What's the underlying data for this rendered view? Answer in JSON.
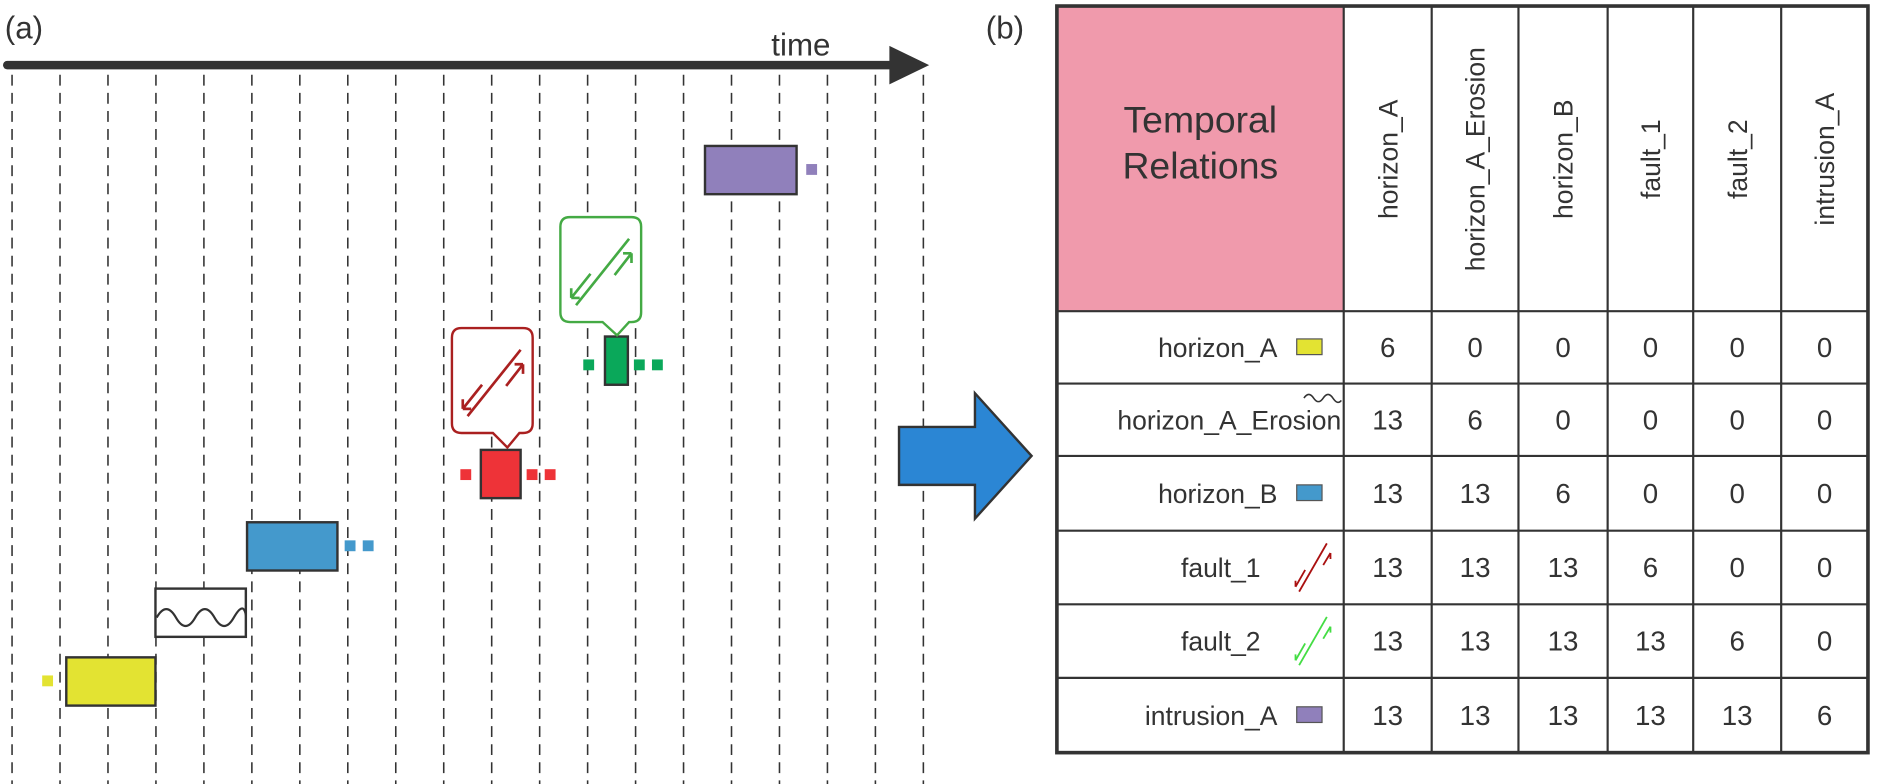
{
  "panel_a": {
    "label": "(a)",
    "axis_label": "time",
    "events": [
      {
        "name": "horizon_A",
        "color": "#e3e332",
        "icon": "yellow-box"
      },
      {
        "name": "horizon_A_Erosion",
        "color": "#ffffff",
        "icon": "wavy-line"
      },
      {
        "name": "horizon_B",
        "color": "#4499cc",
        "icon": "blue-box"
      },
      {
        "name": "fault_1",
        "color": "#ee3338",
        "callout_color": "#aa2020",
        "icon": "fault-red"
      },
      {
        "name": "fault_2",
        "color": "#0aa85a",
        "callout_color": "#44aa44",
        "icon": "fault-green"
      },
      {
        "name": "intrusion_A",
        "color": "#9080bb",
        "icon": "purple-box"
      }
    ]
  },
  "arrow": {
    "color": "#2b86d4",
    "icon": "right-arrow"
  },
  "panel_b": {
    "label": "(b)",
    "title_line1": "Temporal",
    "title_line2": "Relations",
    "title_bg": "#f09aac",
    "columns": [
      "horizon_A",
      "horizon_A_Erosion",
      "horizon_B",
      "fault_1",
      "fault_2",
      "intrusion_A"
    ],
    "rows": [
      {
        "label": "horizon_A",
        "values": [
          "6",
          "0",
          "0",
          "0",
          "0",
          "0"
        ]
      },
      {
        "label": "horizon_A_Erosion",
        "values": [
          "13",
          "6",
          "0",
          "0",
          "0",
          "0"
        ]
      },
      {
        "label": "horizon_B",
        "values": [
          "13",
          "13",
          "6",
          "0",
          "0",
          "0"
        ]
      },
      {
        "label": "fault_1",
        "values": [
          "13",
          "13",
          "13",
          "6",
          "0",
          "0"
        ]
      },
      {
        "label": "fault_2",
        "values": [
          "13",
          "13",
          "13",
          "13",
          "6",
          "0"
        ]
      },
      {
        "label": "intrusion_A",
        "values": [
          "13",
          "13",
          "13",
          "13",
          "13",
          "6"
        ]
      }
    ]
  }
}
